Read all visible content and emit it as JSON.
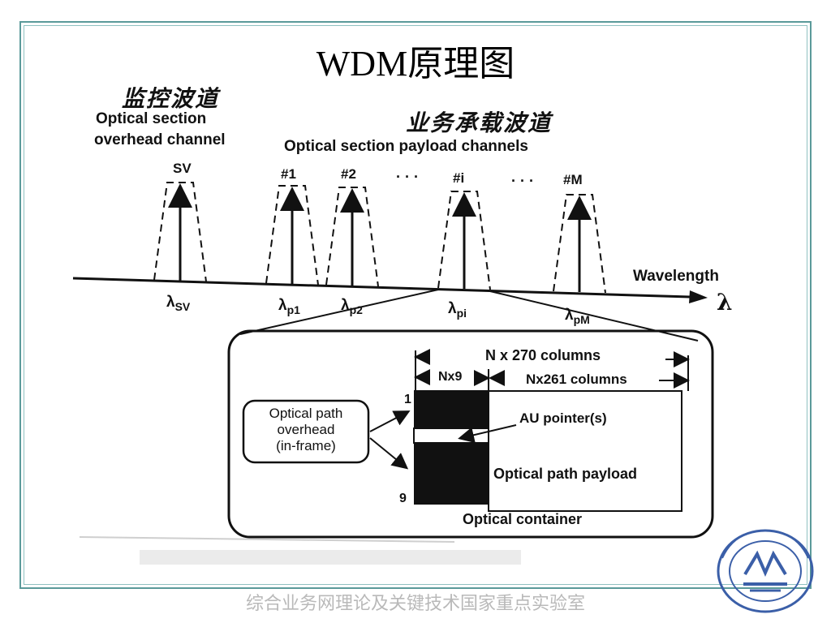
{
  "slide": {
    "title": "WDM原理图",
    "footer": "综合业务网理论及关键技术国家重点实验室"
  },
  "annotations": {
    "supervisory_cn": "监控波道",
    "payload_cn": "业务承载波道"
  },
  "overhead_channel": {
    "line1": "Optical section",
    "line2": "overhead channel",
    "peak_label": "SV"
  },
  "payload_channels": {
    "label": "Optical section payload channels",
    "peaks": [
      "#1",
      "#2",
      "#i",
      "#M"
    ],
    "ellipsis": "· · ·"
  },
  "axis": {
    "wavelength_label": "Wavelength",
    "lambda_symbol": "λ",
    "ticks": [
      {
        "main": "λ",
        "sub": "SV"
      },
      {
        "main": "λ",
        "sub": "p1"
      },
      {
        "main": "λ",
        "sub": "p2"
      },
      {
        "main": "λ",
        "sub": "pi"
      },
      {
        "main": "λ",
        "sub": "pM"
      }
    ]
  },
  "frame": {
    "total_columns": "N x 270 columns",
    "nx9": "Nx9",
    "nx261": "Nx261 columns",
    "row_top": "1",
    "row_bottom": "9",
    "overhead_line1": "Optical path",
    "overhead_line2": "overhead",
    "overhead_line3": "(in-frame)",
    "au_pointer": "AU pointer(s)",
    "payload": "Optical path payload",
    "container": "Optical container"
  },
  "colors": {
    "frame_border": "#5b9a9a",
    "footer_text": "#b9b9b9",
    "logo_blue": "#3b5fa8"
  }
}
